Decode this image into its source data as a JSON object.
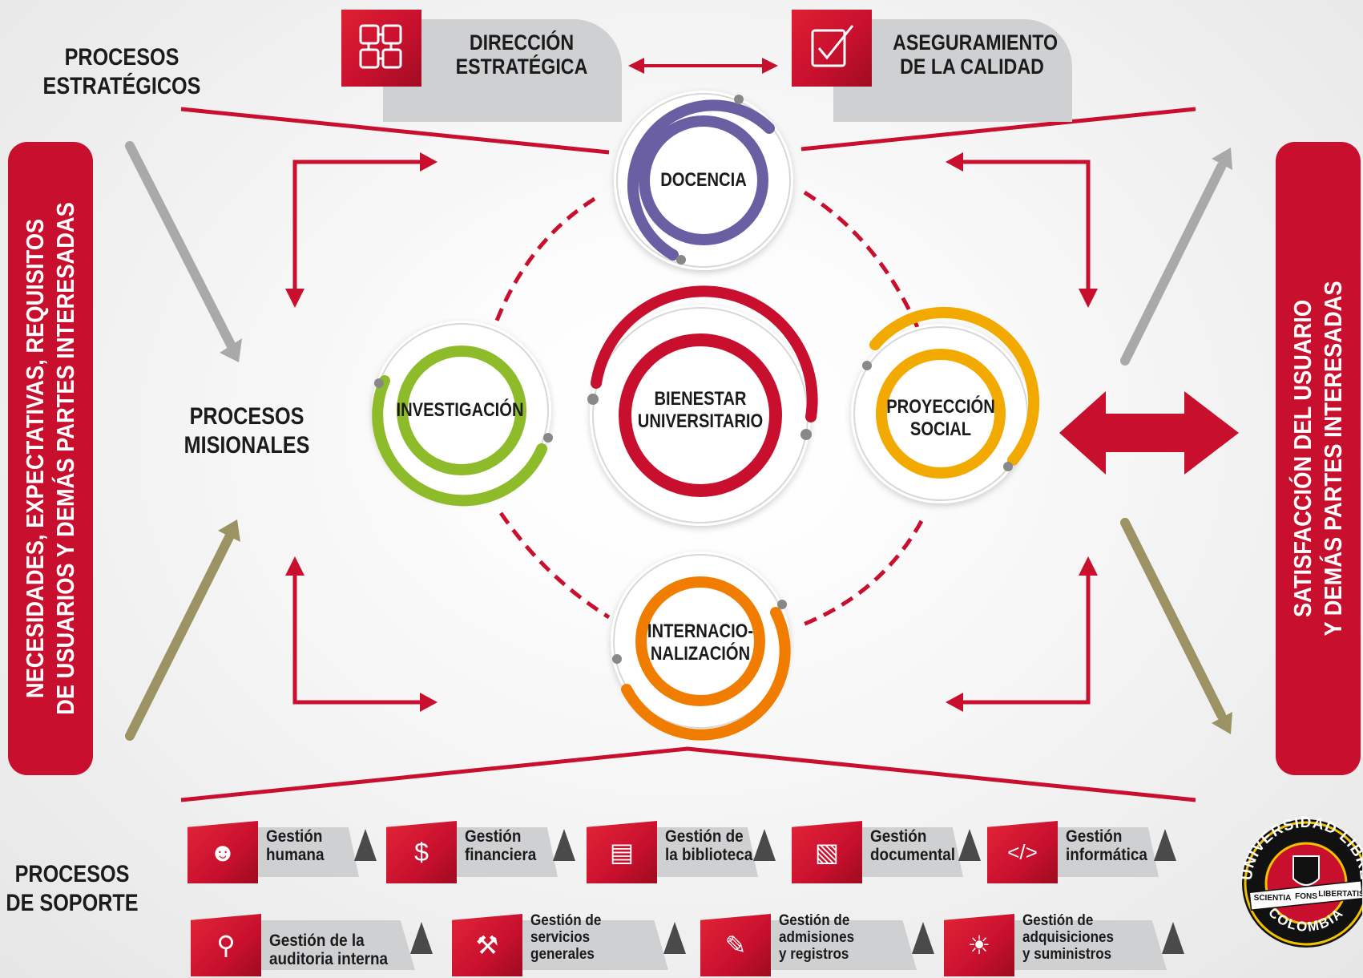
{
  "sections": {
    "estrategicos": "PROCESOS\nESTRATÉGICOS",
    "misionales": "PROCESOS\nMISIONALES",
    "soporte": "PROCESOS\nDE SOPORTE"
  },
  "left_bar": "NECESIDADES, EXPECTATIVAS, REQUISITOS\nDE USUARIOS Y DEMÁS PARTES INTERESADAS",
  "right_bar": "SATISFACCIÓN DEL USUARIO\nY DEMÁS PARTES INTERESADAS",
  "strategic": [
    {
      "label": "DIRECCIÓN\nESTRATÉGICA",
      "icon": "handshake-icon"
    },
    {
      "label": "ASEGURAMIENTO\nDE LA CALIDAD",
      "icon": "checklist-icon"
    }
  ],
  "circles": {
    "docencia": "DOCENCIA",
    "investigacion": "INVESTIGACIÓN",
    "bienestar": "BIENESTAR\nUNIVERSITARIO",
    "proyeccion": "PROYECCIÓN\nSOCIAL",
    "internacionalizacion": "INTERNACIO-\nNALIZACIÓN"
  },
  "colors": {
    "red": "#c8102e",
    "purple": "#6b5fa3",
    "green": "#8dbb2a",
    "yellow": "#f2a900",
    "orange": "#f07d00",
    "olive": "#9c9365",
    "grey": "#a9a9a9"
  },
  "support_row1": [
    {
      "label": "Gestión\nhumana",
      "icon": "people-icon"
    },
    {
      "label": "Gestión\nfinanciera",
      "icon": "money-icon"
    },
    {
      "label": "Gestión de\nla biblioteca",
      "icon": "books-icon"
    },
    {
      "label": "Gestión\ndocumental",
      "icon": "binders-icon"
    },
    {
      "label": "Gestión\ninformática",
      "icon": "code-window-icon"
    }
  ],
  "support_row2": [
    {
      "label": "Gestión de la\nauditoria interna",
      "icon": "magnifier-icon"
    },
    {
      "label": "Gestión de\nservicios\ngenerales",
      "icon": "tools-icon"
    },
    {
      "label": "Gestión de\nadmisiones\ny registros",
      "icon": "form-icon"
    },
    {
      "label": "Gestión de\nadquisiciones\ny suministros",
      "icon": "box-idea-icon"
    }
  ],
  "logo": {
    "top": "UNIVERSIDAD LIBRE",
    "bottom": "COLOMBIA",
    "ribbon": [
      "SCIENTIA",
      "FONS",
      "LIBERTATIS"
    ]
  }
}
